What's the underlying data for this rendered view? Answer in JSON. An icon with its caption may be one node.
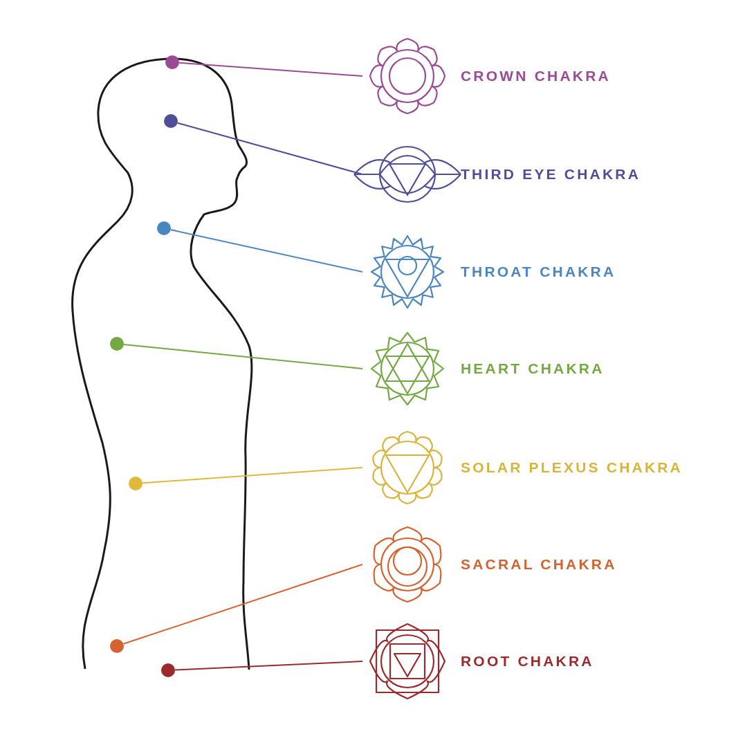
{
  "diagram": {
    "nodes": [
      {
        "text": [
          "CROWN CHAKRA"
        ]
      },
      {
        "text": [
          "THIRD EYE CHAKRA"
        ]
      },
      {
        "text": [
          "THROAT CHAKRA"
        ]
      },
      {
        "text": [
          "HEART CHAKRA"
        ]
      },
      {
        "text": [
          "SOLAR PLEXUS CHAKRA"
        ]
      },
      {
        "text": [
          "SACRAL CHAKRA"
        ]
      },
      {
        "text": [
          "ROOT CHAKRA"
        ]
      },
      {
        "text": [],
        "shape": "circle"
      },
      {
        "text": [],
        "shape": "circle"
      },
      {
        "text": [],
        "shape": "circle"
      },
      {
        "text": [],
        "shape": "circle"
      },
      {
        "text": [],
        "shape": "circle"
      },
      {
        "text": [],
        "shape": "circle"
      },
      {
        "text": [],
        "shape": "circle"
      }
    ],
    "edges": [
      {
        "from": 0,
        "to": 7,
        "arrow": "none",
        "color": "#9b4a95"
      },
      {
        "from": 1,
        "to": 8,
        "arrow": "none",
        "color": "#4f4f97"
      },
      {
        "from": 2,
        "to": 9,
        "arrow": "none",
        "color": "#4a86c0"
      },
      {
        "from": 3,
        "to": 10,
        "arrow": "none",
        "color": "#74a842"
      },
      {
        "from": 4,
        "to": 11,
        "arrow": "none",
        "color": "#e0b93a"
      },
      {
        "from": 5,
        "to": 12,
        "arrow": "none",
        "color": "#d4632f"
      },
      {
        "from": 6,
        "to": 13,
        "arrow": "none",
        "color": "#9c2a2c"
      }
    ]
  }
}
